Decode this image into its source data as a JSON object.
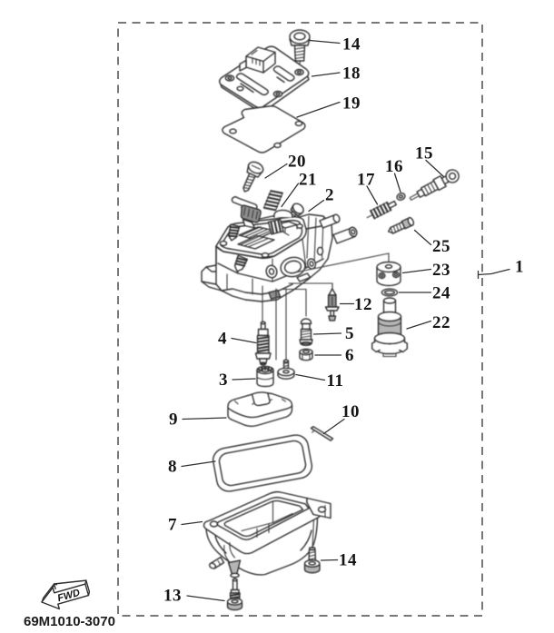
{
  "figure": {
    "kind": "exploded-parts-diagram",
    "subject": "carburetor assembly",
    "diagram_code": "69M1010-3070",
    "orientation_label": "FWD"
  },
  "style": {
    "background": "#ffffff",
    "line_color": "#262626",
    "border_dash_color": "#4c4c4c"
  },
  "callouts": [
    {
      "number": "14",
      "part": "cover-screw"
    },
    {
      "number": "18",
      "part": "top-cover"
    },
    {
      "number": "19",
      "part": "cover-gasket"
    },
    {
      "number": "20",
      "part": "throttle-stop-screw"
    },
    {
      "number": "21",
      "part": "spring"
    },
    {
      "number": "2",
      "part": "pan-head-screw"
    },
    {
      "number": "17",
      "part": "needle-spring"
    },
    {
      "number": "16",
      "part": "ring-clip"
    },
    {
      "number": "15",
      "part": "needle-set"
    },
    {
      "number": "25",
      "part": "screw"
    },
    {
      "number": "23",
      "part": "cylinder-cup"
    },
    {
      "number": "1",
      "part": "carburetor-assembly"
    },
    {
      "number": "24",
      "part": "o-ring"
    },
    {
      "number": "12",
      "part": "needle-valve"
    },
    {
      "number": "22",
      "part": "plunger-set"
    },
    {
      "number": "4",
      "part": "main-nozzle"
    },
    {
      "number": "5",
      "part": "main-jet"
    },
    {
      "number": "6",
      "part": "nut"
    },
    {
      "number": "3",
      "part": "cap"
    },
    {
      "number": "11",
      "part": "jet-screw"
    },
    {
      "number": "9",
      "part": "float"
    },
    {
      "number": "10",
      "part": "float-pin"
    },
    {
      "number": "8",
      "part": "bowl-gasket"
    },
    {
      "number": "7",
      "part": "float-chamber"
    },
    {
      "number": "14",
      "part": "bowl-screw"
    },
    {
      "number": "13",
      "part": "drain-screw"
    }
  ]
}
